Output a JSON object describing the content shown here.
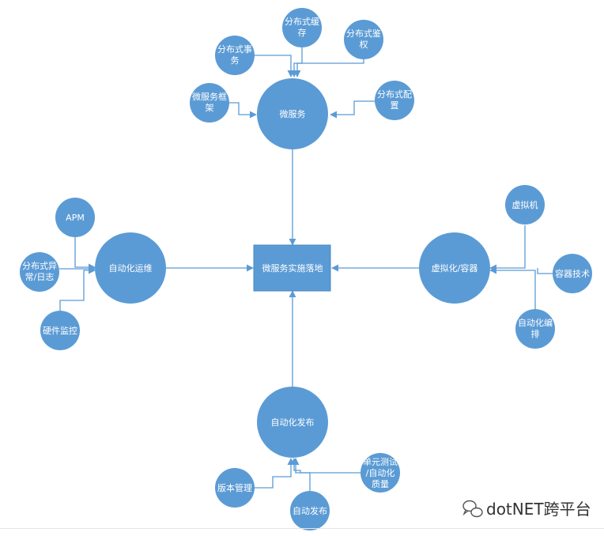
{
  "diagram": {
    "center": "微服务实施落地",
    "hubs": {
      "top": "微服务",
      "left": "自动化运维",
      "right": "虚拟化/容器",
      "bottom": "自动化发布"
    },
    "top_satellites": {
      "cache": [
        "分布式缓",
        "存"
      ],
      "transaction": [
        "分布式事",
        "务"
      ],
      "auth": [
        "分布式鉴",
        "权"
      ],
      "framework": [
        "微服务框",
        "架"
      ],
      "config": [
        "分布式配",
        "置"
      ]
    },
    "left_satellites": {
      "apm": [
        "APM"
      ],
      "exception_log": [
        "分布式异",
        "常/日志"
      ],
      "hardware_monitor": [
        "硬件监控"
      ]
    },
    "right_satellites": {
      "vm": [
        "虚拟机"
      ],
      "container_tech": [
        "容器技术"
      ],
      "orchestration": [
        "自动化编",
        "排"
      ]
    },
    "bottom_satellites": {
      "version_mgmt": [
        "版本管理"
      ],
      "auto_publish": [
        "自动发布"
      ],
      "unit_test": [
        "单元测试",
        "/自动化",
        "质量"
      ]
    }
  },
  "watermark": "dotNET跨平台",
  "colors": {
    "node_fill": "#5b9bd5",
    "line": "#5b9bd5",
    "text": "#ffffff"
  }
}
